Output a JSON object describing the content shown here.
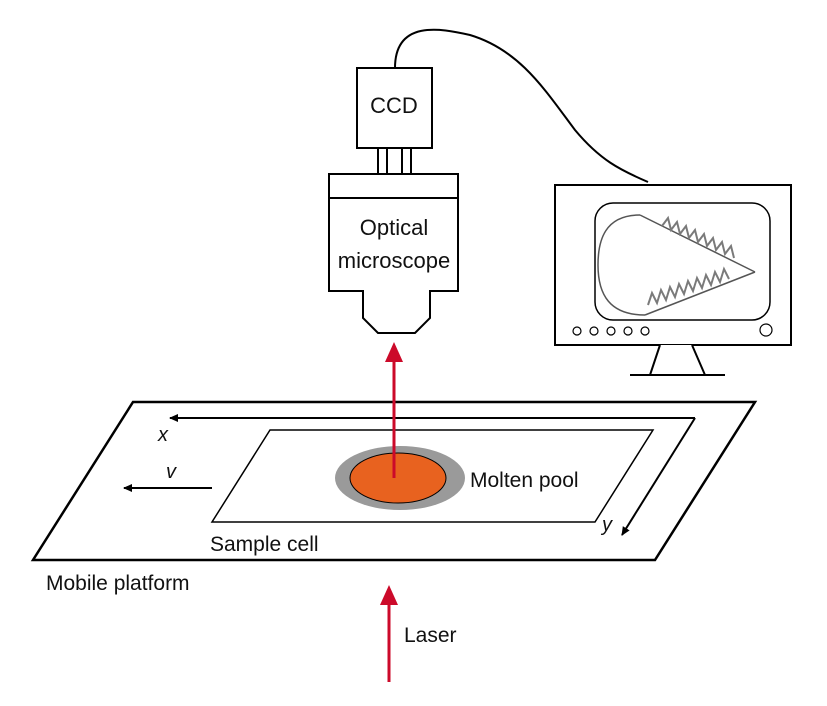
{
  "labels": {
    "ccd": "CCD",
    "microscope_line1": "Optical",
    "microscope_line2": "microscope",
    "molten_pool": "Molten pool",
    "sample_cell": "Sample cell",
    "mobile_platform": "Mobile platform",
    "laser": "Laser",
    "axis_x": "x",
    "axis_y": "y",
    "velocity": "v"
  },
  "colors": {
    "stroke": "#000000",
    "laser_arrow": "#cc0a2a",
    "molten_pool": "#e8621f",
    "pool_halo": "#9a9a9a",
    "screen_zigzag": "#7a7a7a",
    "background": "#ffffff"
  },
  "icons": {
    "monitor": "computer-monitor-icon",
    "ccd": "camera-icon",
    "microscope": "microscope-icon"
  }
}
